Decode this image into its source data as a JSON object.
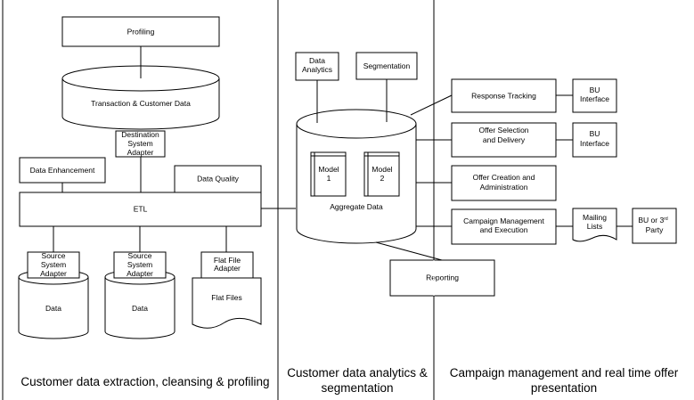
{
  "sections": [
    {
      "label_lines": [
        "Customer data extraction, cleansing & profiling"
      ]
    },
    {
      "label_lines": [
        "Customer data analytics &",
        "segmentation"
      ]
    },
    {
      "label_lines": [
        "Campaign management and real time offer",
        "presentation"
      ]
    }
  ],
  "extraction": {
    "profiling": "Profiling",
    "transaction_db": "Transaction & Customer Data",
    "destination_adapter": [
      "Destination",
      "System",
      "Adapter"
    ],
    "data_enhancement": "Data Enhancement",
    "data_quality": "Data Quality",
    "etl": "ETL",
    "source_adapter_1": [
      "Source",
      "System",
      "Adapter"
    ],
    "source_adapter_2": [
      "Source",
      "System",
      "Adapter"
    ],
    "flat_file_adapter": [
      "Flat File",
      "Adapter"
    ],
    "data_1": "Data",
    "data_2": "Data",
    "flat_files": "Flat Files"
  },
  "analytics": {
    "data_analytics": [
      "Data",
      "Analytics"
    ],
    "segmentation": "Segmentation",
    "model_1": [
      "Model",
      "1"
    ],
    "model_2": [
      "Model",
      "2"
    ],
    "aggregate_data": "Aggregate Data",
    "reporting": "Reporting"
  },
  "campaign": {
    "response_tracking": "Response Tracking",
    "bu_interface_1": [
      "BU",
      "Interface"
    ],
    "offer_selection": [
      "Offer Selection",
      "and Delivery"
    ],
    "bu_interface_2": [
      "BU",
      "Interface"
    ],
    "offer_creation": [
      "Offer Creation and",
      "Administration"
    ],
    "campaign_mgmt": [
      "Campaign Management",
      "and Execution"
    ],
    "mailing_lists": [
      "Mailing",
      "Lists"
    ],
    "bu_third_party": {
      "line1": "BU or 3",
      "sup": "rd",
      "line2": "Party"
    }
  }
}
